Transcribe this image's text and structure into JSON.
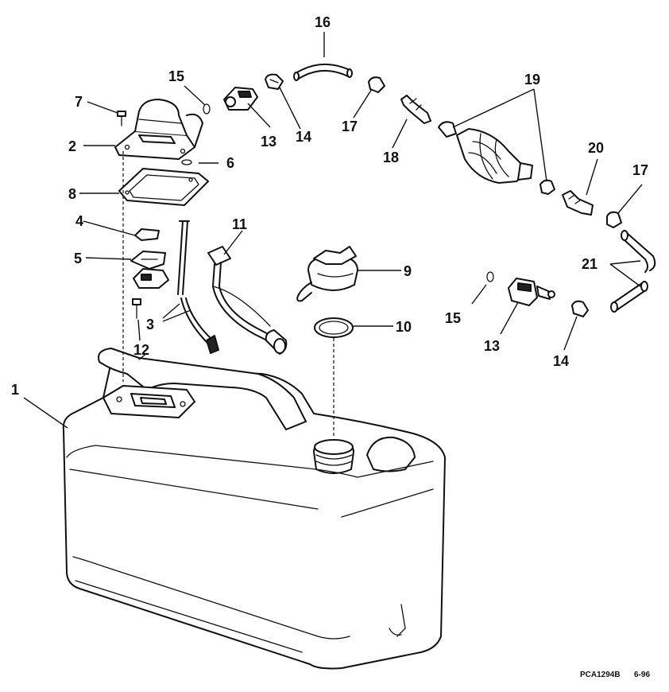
{
  "figure_id": "PCA1294B",
  "figure_date": "6-96",
  "callouts": {
    "c1": "1",
    "c2": "2",
    "c3": "3",
    "c4": "4",
    "c5": "5",
    "c6": "6",
    "c7": "7",
    "c8": "8",
    "c9": "9",
    "c10": "10",
    "c11": "11",
    "c12": "12",
    "c13a": "13",
    "c13b": "13",
    "c14a": "14",
    "c14b": "14",
    "c15a": "15",
    "c15b": "15",
    "c16": "16",
    "c17a": "17",
    "c17b": "17",
    "c18": "18",
    "c19": "19",
    "c20": "20",
    "c21": "21"
  }
}
